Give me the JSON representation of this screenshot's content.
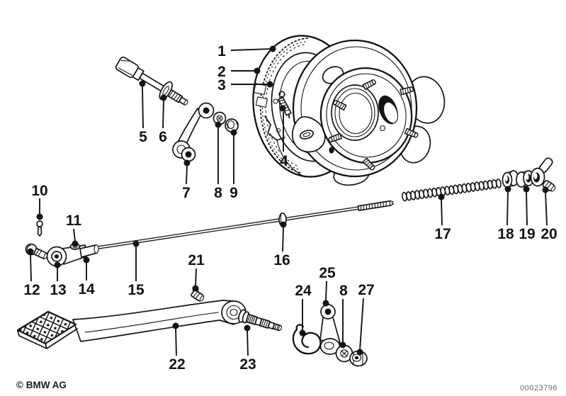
{
  "page": {
    "background": "#ffffff",
    "line_color": "#141414"
  },
  "diagram": {
    "type": "exploded-parts-drawing",
    "callouts": [
      {
        "label": "1"
      },
      {
        "label": "2"
      },
      {
        "label": "3"
      },
      {
        "label": "4"
      },
      {
        "label": "5"
      },
      {
        "label": "6"
      },
      {
        "label": "7"
      },
      {
        "label": "8"
      },
      {
        "label": "9"
      },
      {
        "label": "10"
      },
      {
        "label": "11"
      },
      {
        "label": "12"
      },
      {
        "label": "13"
      },
      {
        "label": "14"
      },
      {
        "label": "15"
      },
      {
        "label": "16"
      },
      {
        "label": "17"
      },
      {
        "label": "18"
      },
      {
        "label": "19"
      },
      {
        "label": "20"
      },
      {
        "label": "21"
      },
      {
        "label": "22"
      },
      {
        "label": "23"
      },
      {
        "label": "24"
      },
      {
        "label": "25"
      },
      {
        "label": "8"
      },
      {
        "label": "27"
      }
    ],
    "footer": {
      "copyright": "© BMW AG",
      "image_number": "00023796"
    },
    "colors": {
      "line": "#141414",
      "footer_number": "#6a6a6a"
    }
  }
}
